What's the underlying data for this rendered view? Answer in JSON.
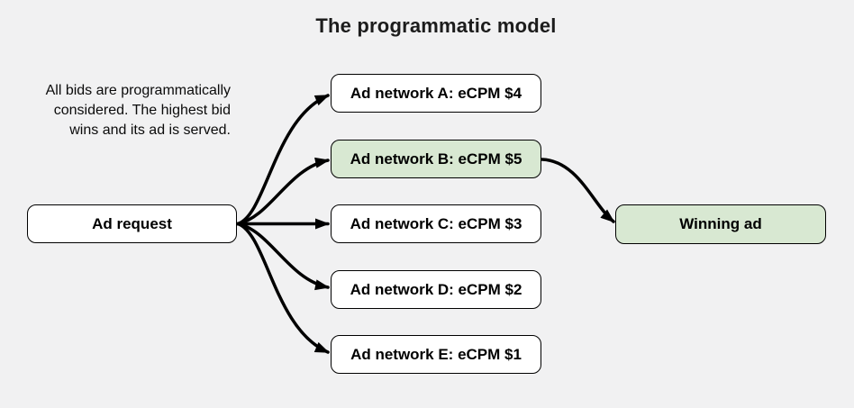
{
  "title": "The programmatic model",
  "description_lines": [
    "All bids are programmatically",
    "considered. The highest bid",
    "wins and its ad is served."
  ],
  "nodes": {
    "ad_request": {
      "label": "Ad request",
      "highlight": false
    },
    "networks": [
      {
        "id": "A",
        "label": "Ad network A: eCPM $4",
        "ecpm_dollars": 4,
        "highlight": false
      },
      {
        "id": "B",
        "label": "Ad network B: eCPM $5",
        "ecpm_dollars": 5,
        "highlight": true
      },
      {
        "id": "C",
        "label": "Ad network C: eCPM $3",
        "ecpm_dollars": 3,
        "highlight": false
      },
      {
        "id": "D",
        "label": "Ad network D: eCPM $2",
        "ecpm_dollars": 2,
        "highlight": false
      },
      {
        "id": "E",
        "label": "Ad network E: eCPM $1",
        "ecpm_dollars": 1,
        "highlight": false
      }
    ],
    "winning_ad": {
      "label": "Winning ad",
      "highlight": true
    }
  },
  "edges": [
    {
      "from": "ad_request",
      "to": "network_A"
    },
    {
      "from": "ad_request",
      "to": "network_B"
    },
    {
      "from": "ad_request",
      "to": "network_C"
    },
    {
      "from": "ad_request",
      "to": "network_D"
    },
    {
      "from": "ad_request",
      "to": "network_E"
    },
    {
      "from": "network_B",
      "to": "winning_ad"
    }
  ],
  "colors": {
    "background": "#f1f1f2",
    "node_fill": "#ffffff",
    "highlight_fill": "#d8e8d2",
    "border": "#000000",
    "arrow": "#000000",
    "text": "#000000"
  }
}
